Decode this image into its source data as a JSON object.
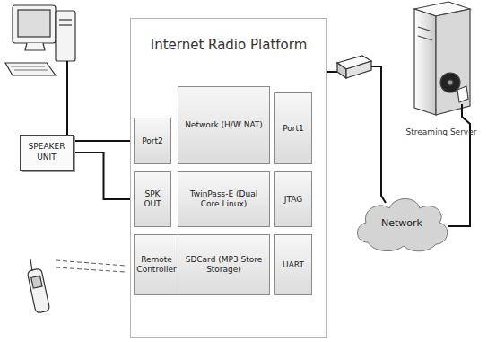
{
  "diagram": {
    "nodes": [
      {
        "text": [
          "SPEAKER UNIT"
        ]
      },
      {
        "text": [
          "Internet Radio Platform"
        ]
      },
      {
        "text": [
          "Port2"
        ],
        "in": 1
      },
      {
        "text": [
          "Network (H/W NAT)"
        ],
        "in": 1
      },
      {
        "text": [
          "Port1"
        ],
        "in": 1
      },
      {
        "text": [
          "SPK OUT"
        ],
        "in": 1
      },
      {
        "text": [
          "TwinPass-E (Dual Core Linux)"
        ],
        "in": 1
      },
      {
        "text": [
          "JTAG"
        ],
        "in": 1
      },
      {
        "text": [
          "Remote Controller"
        ],
        "in": 1
      },
      {
        "text": [
          "SDCard (MP3 Store Storage)"
        ],
        "in": 1
      },
      {
        "text": [
          "UART"
        ],
        "in": 1
      },
      {
        "text": [
          "Network"
        ]
      }
    ],
    "edges": [
      {
        "from": 0,
        "to": 5,
        "arrow": "none"
      }
    ],
    "labels": [
      "Streaming Server"
    ]
  }
}
